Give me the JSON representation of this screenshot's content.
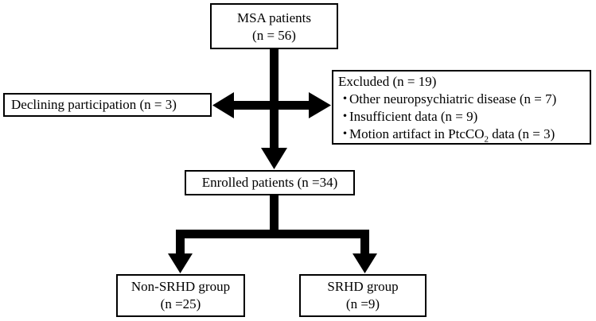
{
  "msa": {
    "title": "MSA patients",
    "count": "(n = 56)"
  },
  "declining": {
    "label": "Declining participation (n = 3)"
  },
  "excluded": {
    "title": "Excluded (n = 19)",
    "bullet": "・",
    "items": [
      {
        "text": "Other neuropsychiatric disease (n = 7)"
      },
      {
        "text": "Insufficient data (n = 9)"
      },
      {
        "pre": "Motion artifact in PtcCO",
        "sub": "2",
        "post": " data (n = 3)"
      }
    ]
  },
  "enrolled": {
    "label": "Enrolled patients (n =34)"
  },
  "non_srhd": {
    "title": "Non-SRHD group",
    "count": "(n =25)"
  },
  "srhd": {
    "title": "SRHD group",
    "count": "(n =9)"
  }
}
